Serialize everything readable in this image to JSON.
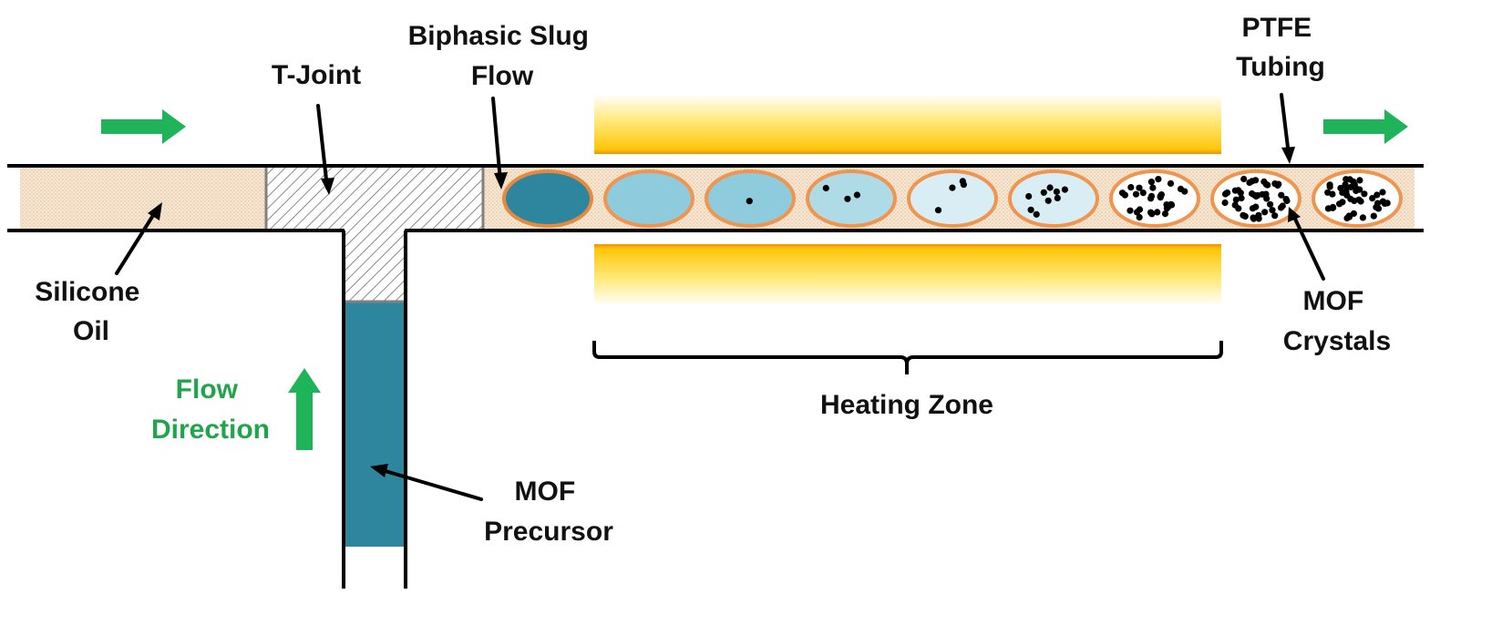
{
  "labels": {
    "silicone_oil": [
      "Silicone",
      "Oil"
    ],
    "t_joint": "T-Joint",
    "biphasic_slug_flow": [
      "Biphasic Slug",
      "Flow"
    ],
    "ptfe_tubing": [
      "PTFE",
      "Tubing"
    ],
    "mof_crystals": [
      "MOF",
      "Crystals"
    ],
    "heating_zone": "Heating Zone",
    "flow_direction": [
      "Flow",
      "Direction"
    ],
    "mof_precursor": [
      "MOF",
      "Precursor"
    ]
  },
  "colors": {
    "tube_fill": "#f5e3cf",
    "precursor": "#2e869e",
    "slug_border": "#ef9550",
    "heater_orange": "#f0a500",
    "heater_yellow": "#ffd21a",
    "arrow_green": "#1fb35a",
    "text_green": "#1fa64a",
    "crystal": "#000000"
  },
  "slugs": [
    {
      "fill": "#2e869e",
      "crystal_count": 0
    },
    {
      "fill": "#8ecbdd",
      "crystal_count": 0
    },
    {
      "fill": "#8ecbdd",
      "crystal_count": 1
    },
    {
      "fill": "#aedbe6",
      "crystal_count": 3
    },
    {
      "fill": "#d8eef4",
      "crystal_count": 4
    },
    {
      "fill": "#d8eef4",
      "crystal_count": 9
    },
    {
      "fill": "#ffffff",
      "crystal_count": 30
    },
    {
      "fill": "#ffffff",
      "crystal_count": 45
    },
    {
      "fill": "#ffffff",
      "crystal_count": 45
    }
  ]
}
